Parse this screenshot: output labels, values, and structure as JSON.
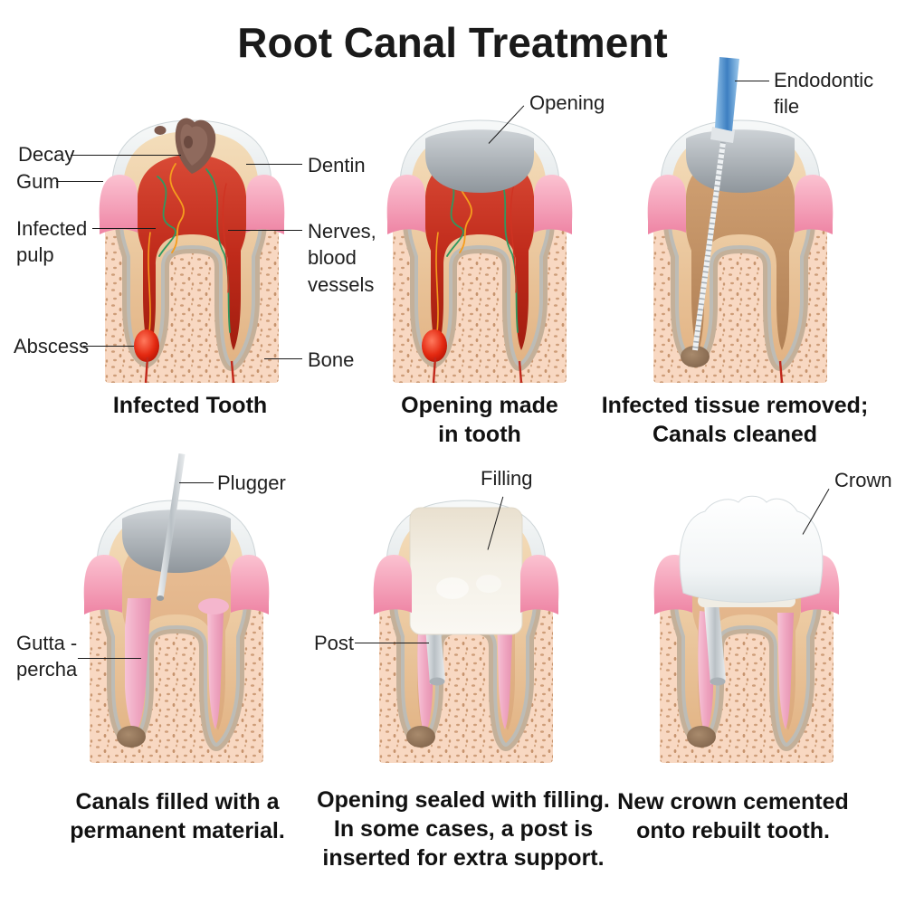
{
  "title": "Root Canal Treatment",
  "panels": [
    {
      "stage_name": "infected-tooth",
      "caption": "Infected Tooth",
      "labels": [
        "Decay",
        "Gum",
        "Infected\npulp",
        "Abscess",
        "Dentin",
        "Nerves,\nblood\nvessels",
        "Bone"
      ]
    },
    {
      "stage_name": "opening-made",
      "caption": "Opening made\nin tooth",
      "labels": [
        "Opening"
      ]
    },
    {
      "stage_name": "canals-cleaned",
      "caption": "Infected tissue removed;\nCanals cleaned",
      "labels": [
        "Endodontic\nfile"
      ]
    },
    {
      "stage_name": "canals-filled",
      "caption": "Canals filled with a\npermanent material.",
      "labels": [
        "Plugger",
        "Gutta -\npercha"
      ]
    },
    {
      "stage_name": "opening-sealed",
      "caption": "Opening sealed with filling.\nIn some cases, a post is\ninserted for extra support.",
      "labels": [
        "Filling",
        "Post"
      ]
    },
    {
      "stage_name": "crown-cemented",
      "caption": "New crown cemented\nonto rebuilt tooth.",
      "labels": [
        "Crown"
      ]
    }
  ],
  "colors": {
    "background": "#ffffff",
    "title_text": "#1a1a1a",
    "label_text": "#1f1f1f",
    "leader_line": "#1a1a1a",
    "enamel": "#f2f5f5",
    "dentin": "#eccb9f",
    "infected_pulp": "#c0281a",
    "gum_pink": "#f59fb8",
    "bone_peach": "#f8d8c2",
    "bone_matrix_tan": "#c4b099",
    "ligament_gray": "#bdbcb6",
    "gray_opening": "#a7adb3",
    "gutta_percha_pink": "#efa6c1",
    "decay_brown": "#8b655a",
    "abscess_red": "#d11a06",
    "file_handle_blue": "#5a9bd6",
    "metal_silver": "#c3c9cd",
    "filling_ivory": "#f0eadf",
    "crown_white": "#fbfcfc"
  }
}
